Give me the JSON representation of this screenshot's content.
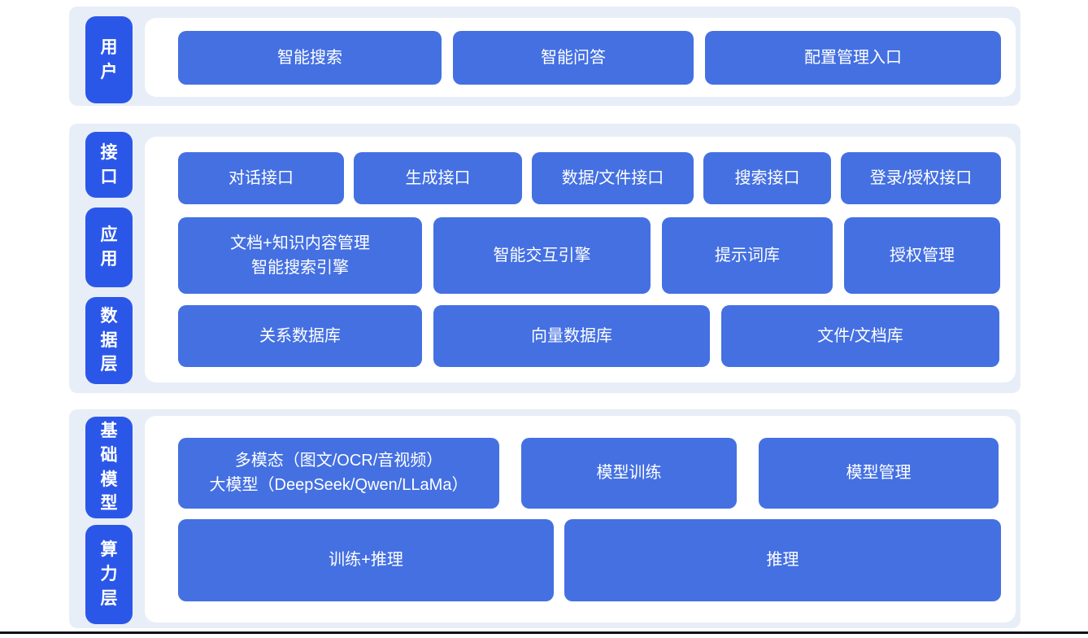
{
  "colors": {
    "page_bg": "#ffffff",
    "section_bg": "#e8eef7",
    "panel_bg": "#ffffff",
    "label_bg": "#2b57e9",
    "node_bg": "#4470e2",
    "node_text": "#ffffff",
    "bottom_line": "#0c0f15"
  },
  "diagram": {
    "sections": [
      {
        "id": "user-layer",
        "labels": [
          {
            "text": "用户"
          }
        ],
        "rows": [
          {
            "blocks": [
              {
                "label": "智能搜索"
              },
              {
                "label": "智能问答"
              },
              {
                "label": "配置管理入口"
              }
            ]
          }
        ]
      },
      {
        "id": "api-app-data-layers",
        "labels": [
          {
            "text": "接口"
          },
          {
            "text": "应用"
          },
          {
            "text": "数据层"
          }
        ],
        "rows": [
          {
            "blocks": [
              {
                "label": "对话接口"
              },
              {
                "label": "生成接口"
              },
              {
                "label": "数据/文件接口"
              },
              {
                "label": "搜索接口"
              },
              {
                "label": "登录/授权接口"
              }
            ]
          },
          {
            "blocks": [
              {
                "lines": [
                  "文档+知识内容管理",
                  "智能搜索引擎"
                ]
              },
              {
                "label": "智能交互引擎"
              },
              {
                "label": "提示词库"
              },
              {
                "label": "授权管理"
              }
            ]
          },
          {
            "blocks": [
              {
                "label": "关系数据库"
              },
              {
                "label": "向量数据库"
              },
              {
                "label": "文件/文档库"
              }
            ]
          }
        ]
      },
      {
        "id": "foundation-compute-layers",
        "labels": [
          {
            "text": "基础模型"
          },
          {
            "text": "算力层"
          }
        ],
        "rows": [
          {
            "blocks": [
              {
                "lines": [
                  "多模态（图文/OCR/音视频）",
                  "大模型（DeepSeek/Qwen/LLaMa）"
                ]
              },
              {
                "label": "模型训练"
              },
              {
                "label": "模型管理"
              }
            ]
          },
          {
            "blocks": [
              {
                "label": "训练+推理"
              },
              {
                "label": "推理"
              }
            ]
          }
        ]
      }
    ]
  }
}
